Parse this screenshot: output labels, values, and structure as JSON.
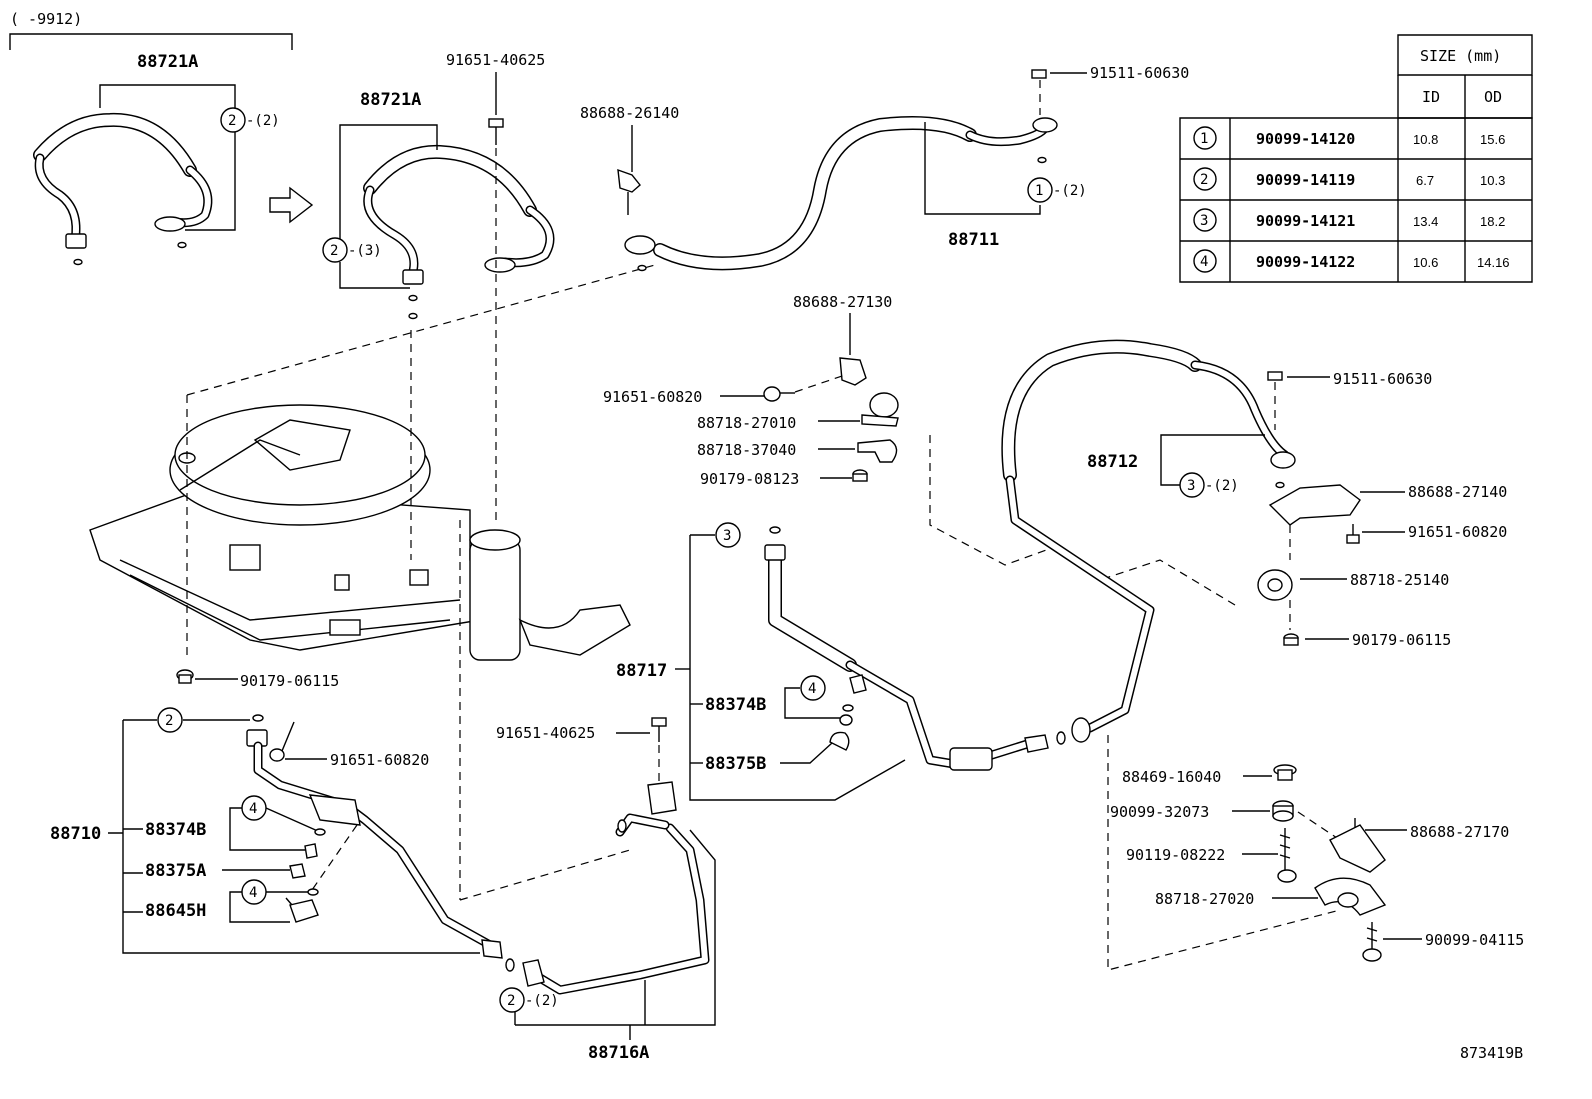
{
  "header": {
    "date_range": "(      -9912)"
  },
  "callouts": {
    "p88721A_1": "88721A",
    "p88721A_2": "88721A",
    "p91651_40625_a": "91651-40625",
    "p88688_26140": "88688-26140",
    "p91511_60630_a": "91511-60630",
    "p88711": "88711",
    "p88688_27130": "88688-27130",
    "p91651_60820_a": "91651-60820",
    "p88718_27010": "88718-27010",
    "p88718_37040": "88718-37040",
    "p90179_08123": "90179-08123",
    "p91511_60630_b": "91511-60630",
    "p88712": "88712",
    "p88688_27140": "88688-27140",
    "p91651_60820_b": "91651-60820",
    "p88718_25140": "88718-25140",
    "p90179_06115_a": "90179-06115",
    "p90179_06115_b": "90179-06115",
    "p88717": "88717",
    "p88374B_a": "88374B",
    "p88375B": "88375B",
    "p91651_40625_b": "91651-40625",
    "p91651_60820_c": "91651-60820",
    "p88710": "88710",
    "p88374B_b": "88374B",
    "p88375A": "88375A",
    "p88645H": "88645H",
    "p88716A": "88716A",
    "p88469_16040": "88469-16040",
    "p90099_32073": "90099-32073",
    "p88688_27170": "88688-27170",
    "p90119_08222": "90119-08222",
    "p88718_27020": "88718-27020",
    "p90099_04115": "90099-04115"
  },
  "markers": {
    "m2_a": {
      "num": "2",
      "qty": "-(2)"
    },
    "m2_b": {
      "num": "2",
      "qty": "-(3)"
    },
    "m1": {
      "num": "1",
      "qty": "-(2)"
    },
    "m3_a": {
      "num": "3",
      "qty": "-(2)"
    },
    "m3_b": {
      "num": "3",
      "qty": ""
    },
    "m4_a": {
      "num": "4",
      "qty": ""
    },
    "m2_c": {
      "num": "2",
      "qty": ""
    },
    "m4_b": {
      "num": "4",
      "qty": ""
    },
    "m4_c": {
      "num": "4",
      "qty": ""
    },
    "m2_d": {
      "num": "2",
      "qty": "-(2)"
    }
  },
  "size_table": {
    "title": "SIZE (mm)",
    "col_id": "ID",
    "col_od": "OD",
    "rows": [
      {
        "num": "1",
        "part": "90099-14120",
        "id": "10.8",
        "od": "15.6"
      },
      {
        "num": "2",
        "part": "90099-14119",
        "id": "6.7",
        "od": "10.3"
      },
      {
        "num": "3",
        "part": "90099-14121",
        "id": "13.4",
        "od": "18.2"
      },
      {
        "num": "4",
        "part": "90099-14122",
        "id": "10.6",
        "od": "14.16"
      }
    ]
  },
  "footer": {
    "diagram_id": "873419B"
  }
}
